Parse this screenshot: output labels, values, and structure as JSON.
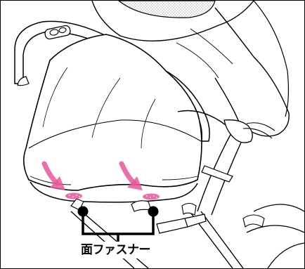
{
  "illustration": {
    "subject": "stroller-canopy-attachment",
    "line_color": "#000000",
    "accent_color": "#e8569a",
    "dot_fill_color": "#000000"
  },
  "callout": {
    "label": "面ファスナー",
    "arrow_count": 2,
    "marker_count": 2
  }
}
